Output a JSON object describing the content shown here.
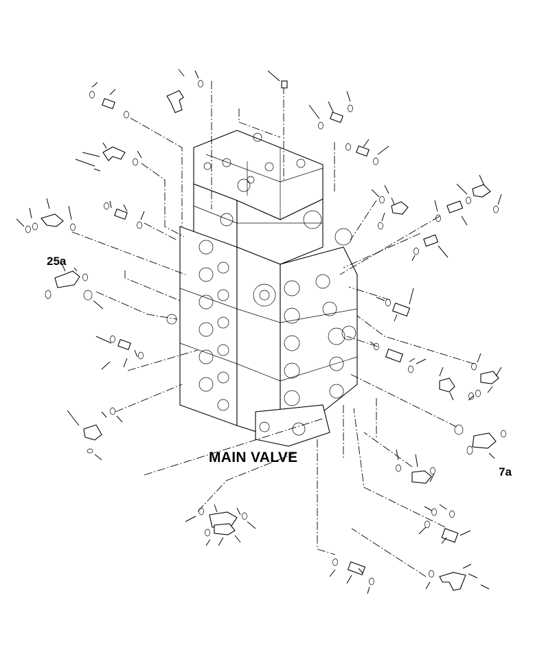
{
  "diagram": {
    "title": "MAIN VALVE",
    "callouts": [
      "25a",
      "7a"
    ],
    "colors": {
      "ink": "#000000",
      "paper": "#ffffff"
    }
  }
}
